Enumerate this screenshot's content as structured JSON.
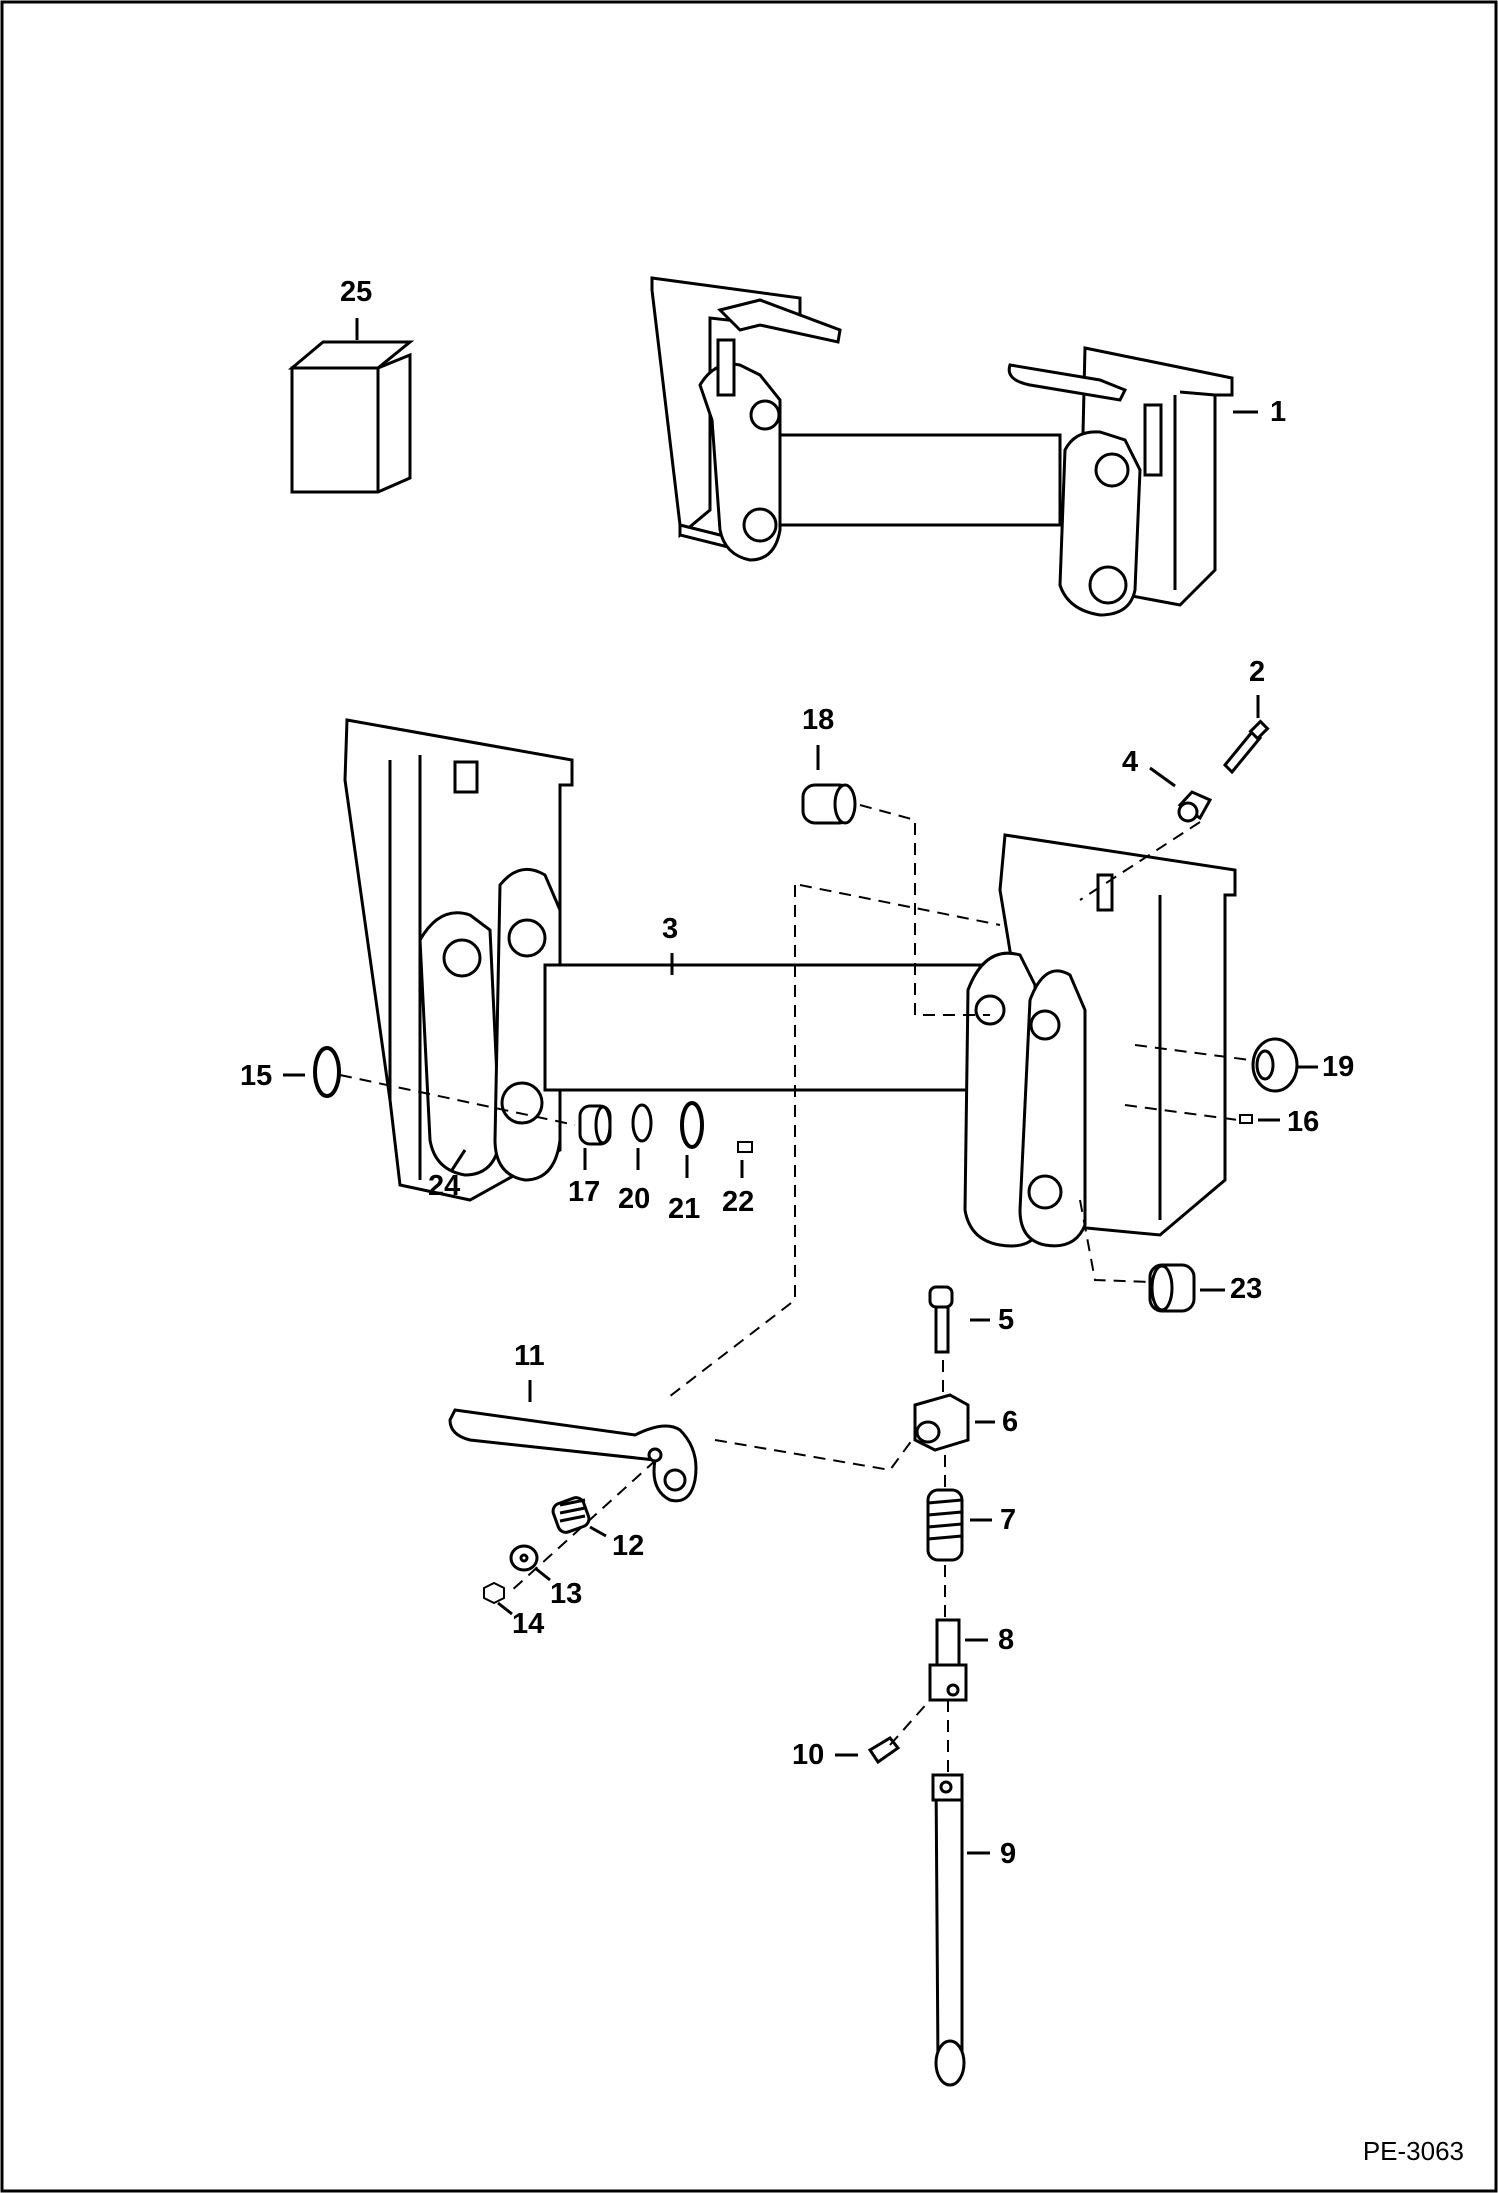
{
  "drawing_ref": "PE-3063",
  "callouts": [
    {
      "id": "25",
      "text": "25"
    },
    {
      "id": "1",
      "text": "1"
    },
    {
      "id": "2",
      "text": "2"
    },
    {
      "id": "18",
      "text": "18"
    },
    {
      "id": "4",
      "text": "4"
    },
    {
      "id": "3",
      "text": "3"
    },
    {
      "id": "15",
      "text": "15"
    },
    {
      "id": "19",
      "text": "19"
    },
    {
      "id": "16",
      "text": "16"
    },
    {
      "id": "24",
      "text": "24"
    },
    {
      "id": "17",
      "text": "17"
    },
    {
      "id": "20",
      "text": "20"
    },
    {
      "id": "21",
      "text": "21"
    },
    {
      "id": "22",
      "text": "22"
    },
    {
      "id": "23",
      "text": "23"
    },
    {
      "id": "5",
      "text": "5"
    },
    {
      "id": "11",
      "text": "11"
    },
    {
      "id": "6",
      "text": "6"
    },
    {
      "id": "7",
      "text": "7"
    },
    {
      "id": "12",
      "text": "12"
    },
    {
      "id": "13",
      "text": "13"
    },
    {
      "id": "14",
      "text": "14"
    },
    {
      "id": "8",
      "text": "8"
    },
    {
      "id": "10",
      "text": "10"
    },
    {
      "id": "9",
      "text": "9"
    }
  ]
}
